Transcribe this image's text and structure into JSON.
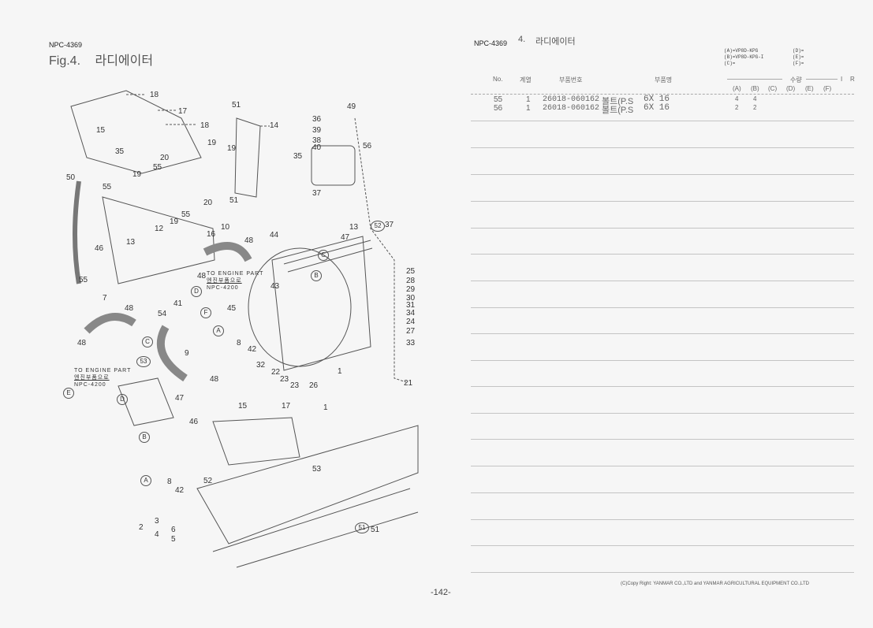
{
  "left": {
    "doc_code": "NPC-4369",
    "fig_title": "Fig.4.",
    "fig_name": "라디에이터"
  },
  "diagram": {
    "callouts": [
      "18",
      "17",
      "15",
      "16",
      "18",
      "13",
      "20",
      "55",
      "19",
      "19",
      "50",
      "35",
      "55",
      "12",
      "19",
      "55",
      "20",
      "51",
      "51",
      "14",
      "49",
      "36",
      "39",
      "38",
      "40",
      "35",
      "56",
      "37",
      "37",
      "13",
      "46",
      "55",
      "10",
      "48",
      "48",
      "44",
      "47",
      "43",
      "25",
      "28",
      "29",
      "30",
      "31",
      "34",
      "24",
      "27",
      "33",
      "7",
      "48",
      "41",
      "54",
      "45",
      "8",
      "42",
      "32",
      "22",
      "23",
      "23",
      "26",
      "1",
      "21",
      "48",
      "9",
      "48",
      "47",
      "46",
      "15",
      "17",
      "1",
      "53",
      "52",
      "8",
      "42",
      "3",
      "6",
      "4",
      "5",
      "2",
      "51"
    ],
    "engine_part_1": "TO ENGINE PART",
    "engine_part_1_kr": "엔진부품으로",
    "engine_part_1_ref": "NPC-4200",
    "engine_part_2": "TO ENGINE PART",
    "engine_part_2_kr": "엔진부품으로",
    "engine_part_2_ref": "NPC-4200",
    "circle_labels": [
      "A",
      "B",
      "C",
      "D",
      "A",
      "B",
      "C",
      "D",
      "F",
      "E",
      "53",
      "51",
      "52"
    ]
  },
  "right": {
    "doc_code": "NPC-4369",
    "section": "4.",
    "section_name": "라디에이터",
    "models": {
      "A": "(A)=VP8D-KPG",
      "B": "(B)=VP8D-KPG-I",
      "C": "(C)=",
      "D": "(D)=",
      "E": "(E)=",
      "F": "(F)="
    },
    "columns": {
      "no": "No.",
      "series": "계열",
      "part_number": "부품번호",
      "part_name": "부품명",
      "qty": "수량",
      "i": "I",
      "r": "R",
      "qa": "(A)",
      "qb": "(B)",
      "qc": "(C)",
      "qd": "(D)",
      "qe": "(E)",
      "qf": "(F)"
    },
    "rows": [
      {
        "no": "55",
        "series": "1",
        "part_number": "26018-060162",
        "part_name": "볼트(P.S",
        "spec": "6X 16",
        "a": "4",
        "b": "4"
      },
      {
        "no": "56",
        "series": "1",
        "part_number": "26018-060162",
        "part_name": "볼트(P.S",
        "spec": "6X 16",
        "a": "2",
        "b": "2"
      }
    ]
  },
  "footer": {
    "page": "-142-",
    "copyright": "(C)Copy Right: YANMAR CO.,LTD and YANMAR AGRICULTURAL EQUIPMENT CO.,LTD"
  }
}
